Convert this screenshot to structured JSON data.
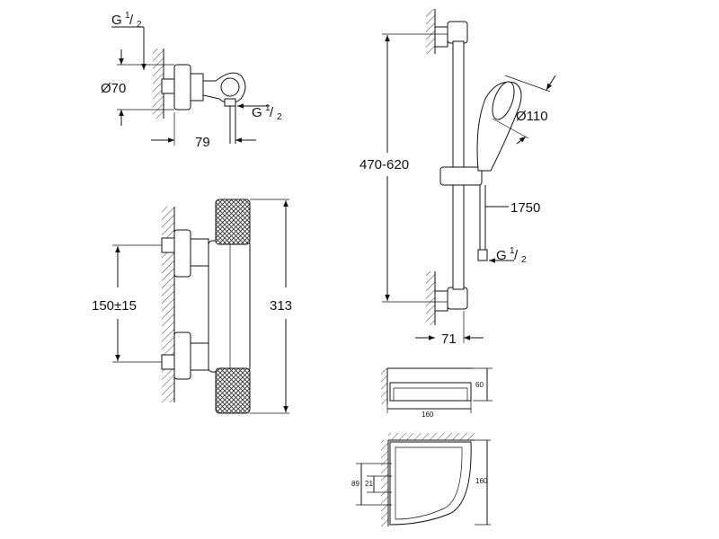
{
  "wall_valve": {
    "thread_top": {
      "base": "G",
      "num": "1",
      "den": "2"
    },
    "diameter": "Ø70",
    "thread_side": {
      "base": "G",
      "num": "1",
      "den": "2"
    },
    "depth": "79"
  },
  "thermostat": {
    "spacing": "150±15",
    "height": "313"
  },
  "shower_rail": {
    "length_range": "470-620",
    "head_diameter": "Ø110",
    "hose_length": "1750",
    "thread": {
      "base": "G",
      "num": "1",
      "den": "2"
    },
    "projection": "71"
  },
  "shelf": {
    "depth": "60",
    "width": "160"
  },
  "corner_shelf": {
    "dim_a": "89",
    "dim_b": "21",
    "size": "160"
  }
}
